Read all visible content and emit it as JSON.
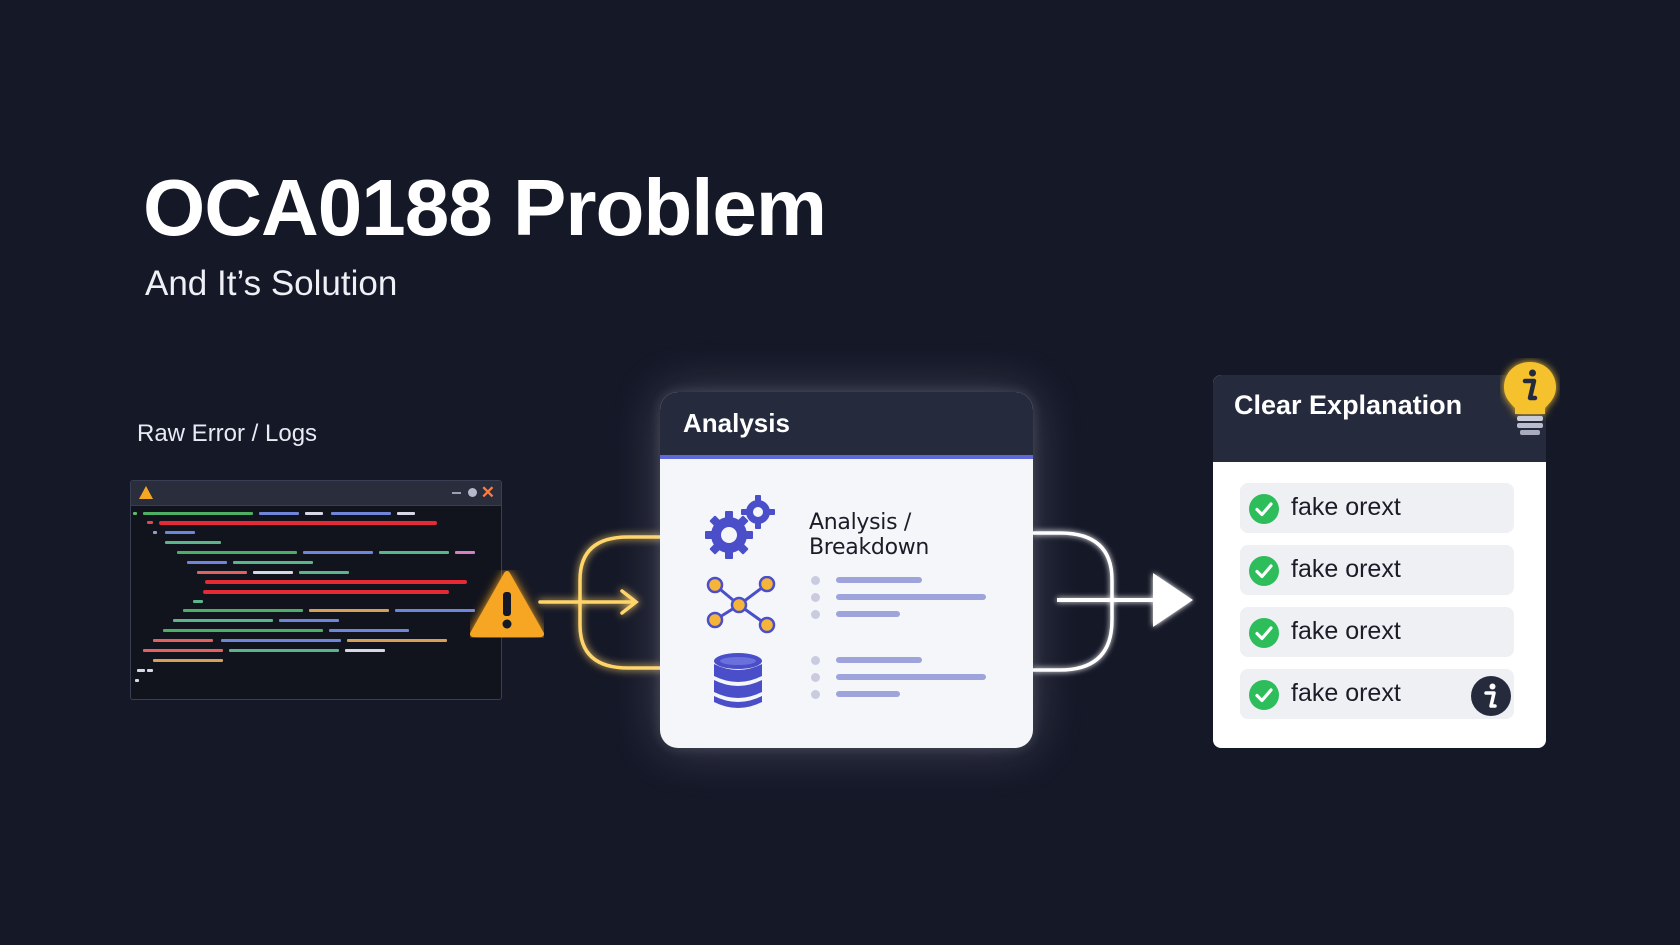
{
  "header": {
    "title": "OCA0188 Problem",
    "subtitle": "And It’s Solution"
  },
  "raw_section": {
    "label": "Raw Error / Logs"
  },
  "analysis": {
    "title": "Analysis",
    "breakdown_label": "Analysis / Breakdown",
    "icons": [
      "gears-icon",
      "network-icon",
      "database-icon"
    ]
  },
  "explanation": {
    "title": "Clear Explanation",
    "items": [
      {
        "text": "fake orext"
      },
      {
        "text": "fake orext"
      },
      {
        "text": "fake orext"
      },
      {
        "text": "fake orext"
      }
    ]
  },
  "colors": {
    "background": "#151827",
    "accent_purple": "#5e68d8",
    "warning": "#f5a623",
    "error": "#e52a35",
    "success": "#2dbd5a",
    "glow": "#ffd56a"
  }
}
